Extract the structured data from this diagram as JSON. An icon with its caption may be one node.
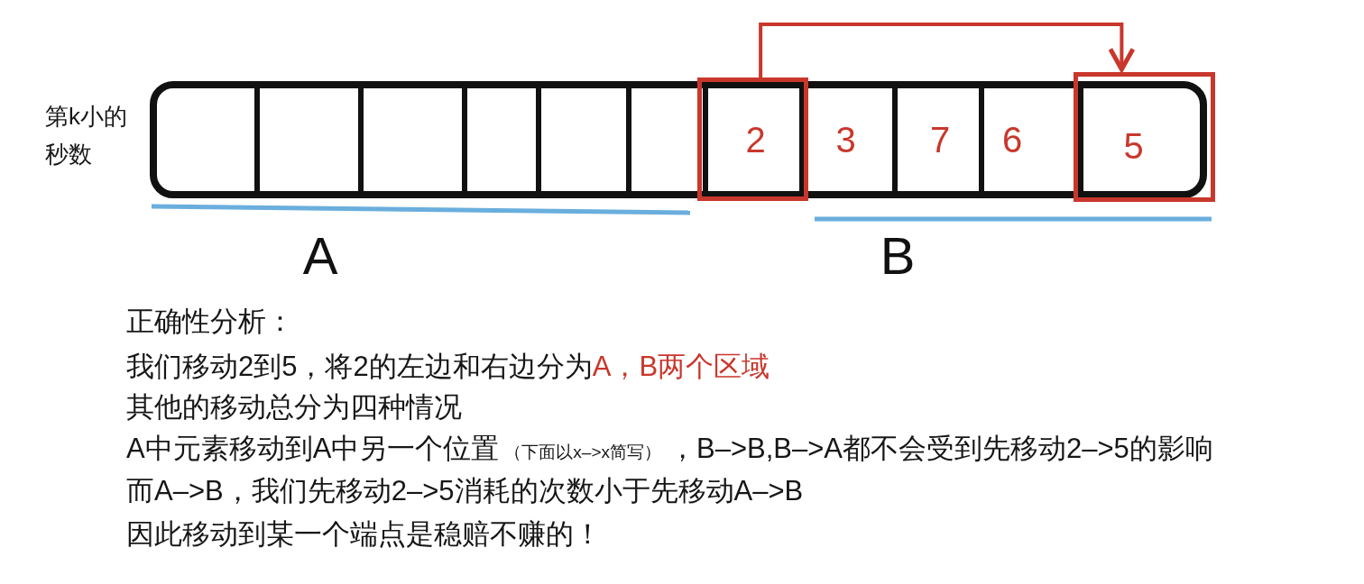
{
  "diagram": {
    "nodes": [
      {
        "text": [],
        "shape": "box",
        "beside": [
          "第k小的秒数"
        ]
      },
      {
        "text": [],
        "shape": "box",
        "in": 0
      },
      {
        "text": [],
        "shape": "box",
        "in": 0
      },
      {
        "text": [],
        "shape": "box",
        "in": 0
      },
      {
        "text": [],
        "shape": "box",
        "in": 0
      },
      {
        "text": [],
        "shape": "box",
        "in": 0
      },
      {
        "text": [],
        "shape": "box",
        "in": 0
      },
      {
        "text": [
          "2"
        ],
        "in": 0
      },
      {
        "text": [
          "3"
        ],
        "in": 0
      },
      {
        "text": [
          "7"
        ],
        "in": 0
      },
      {
        "text": [
          "6"
        ],
        "in": 0
      },
      {
        "text": [
          "5"
        ],
        "in": 0
      }
    ],
    "edges": [
      {
        "from": 7,
        "to": 11,
        "arrow": "to",
        "color": "#c9372c"
      }
    ],
    "labels": [
      "A",
      "B",
      "正确性分析：",
      "我们移动2到5，将2的左边和右边分为",
      "A，B两个区域",
      "其他的移动总分为四种情况",
      "A中元素移动到A中另一个位置",
      "（下面以x–>x简写）",
      "，B–>B,B–>A都不会受到先移动2–>5的影响",
      "而A–>B，我们先移动2–>5消耗的次数小于先移动A–>B",
      "因此移动到某一个端点是稳赔不赚的！"
    ]
  }
}
